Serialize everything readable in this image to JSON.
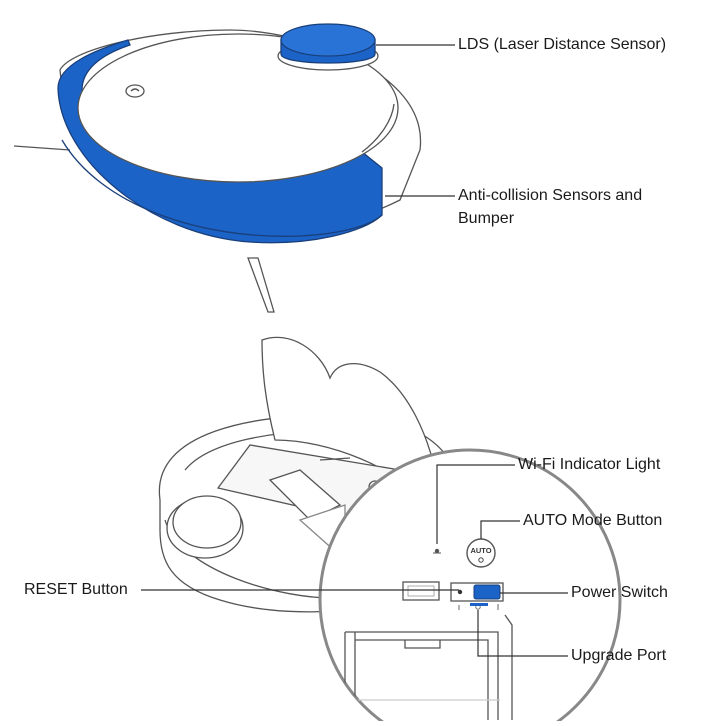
{
  "labels": {
    "lds": "LDS (Laser Distance Sensor)",
    "anticollision_line1": "Anti-collision Sensors and",
    "anticollision_line2": "Bumper",
    "wifi": "Wi-Fi Indicator Light",
    "auto": "AUTO Mode Button",
    "reset": "RESET Button",
    "power": "Power Switch",
    "upgrade": "Upgrade Port"
  },
  "button_text": {
    "auto": "AUTO"
  },
  "colors": {
    "accent": "#1b63c6",
    "outline": "#555555",
    "leader": "#333333"
  }
}
